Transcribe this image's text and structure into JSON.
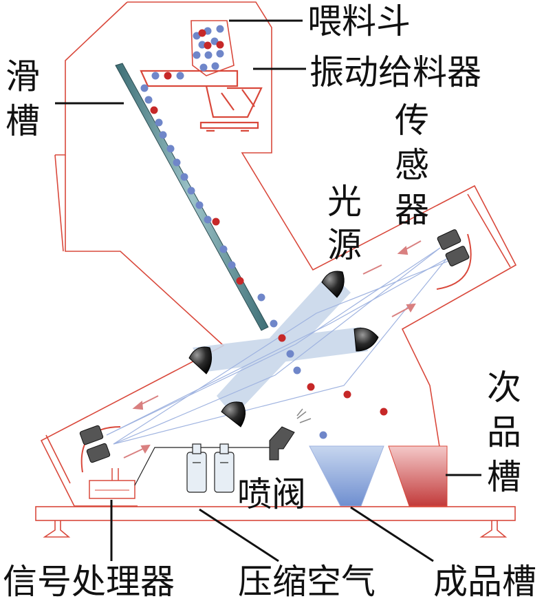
{
  "labels": {
    "hopper": "喂料斗",
    "vibrating_feeder": "振动给料器",
    "chute": [
      "滑",
      "槽"
    ],
    "sensor": [
      "传",
      "感",
      "器"
    ],
    "light_source": [
      "光",
      "源"
    ],
    "reject_bin": [
      "次",
      "品",
      "槽"
    ],
    "ejector_valve": "喷阀",
    "signal_processor": "信号处理器",
    "compressed_air": "压缩空气",
    "accept_bin": "成品槽"
  },
  "colors": {
    "outline": "#d9483b",
    "blue_particle": "#6f86c9",
    "red_particle": "#c62828",
    "beam": "#c9d8ea",
    "chute_bar": "#5a8c93",
    "leader": "#111111"
  }
}
